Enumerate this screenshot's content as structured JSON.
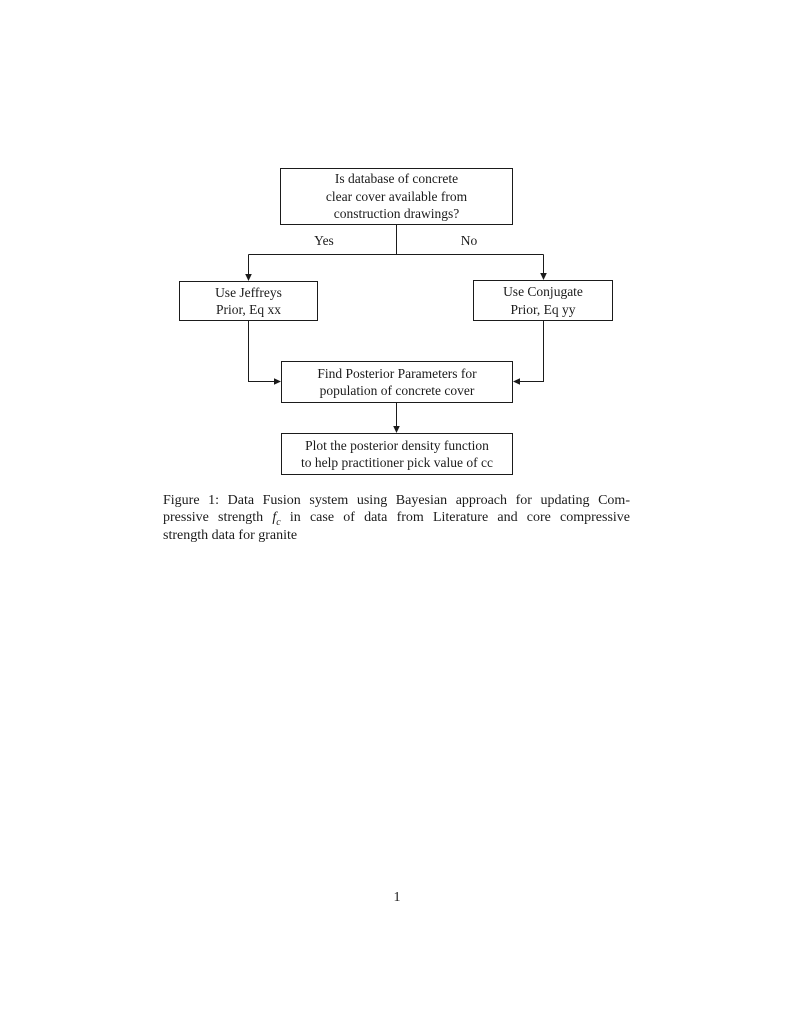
{
  "page": {
    "number": "1",
    "background_color": "#ffffff",
    "text_color": "#1b1b1b"
  },
  "flowchart": {
    "decision": {
      "lines": [
        "Is database of concrete",
        "clear cover available from",
        "construction drawings?"
      ]
    },
    "branch_yes": "Yes",
    "branch_no": "No",
    "jeffreys": {
      "lines": [
        "Use Jeffreys",
        "Prior, Eq xx"
      ]
    },
    "conjugate": {
      "lines": [
        "Use Conjugate",
        "Prior, Eq yy"
      ]
    },
    "posterior": {
      "lines": [
        "Find Posterior Parameters for",
        "population of concrete cover"
      ]
    },
    "plot": {
      "lines": [
        "Plot the posterior density function",
        "to help practitioner pick value of cc"
      ]
    }
  },
  "caption": {
    "line1": "Figure 1: Data Fusion system using Bayesian approach for updating Com-",
    "line2_before": "pressive strength",
    "math_f": "f",
    "math_sub": "c",
    "line2_after": "in case of data from Literature and core compressive",
    "line3": "strength data for granite"
  }
}
